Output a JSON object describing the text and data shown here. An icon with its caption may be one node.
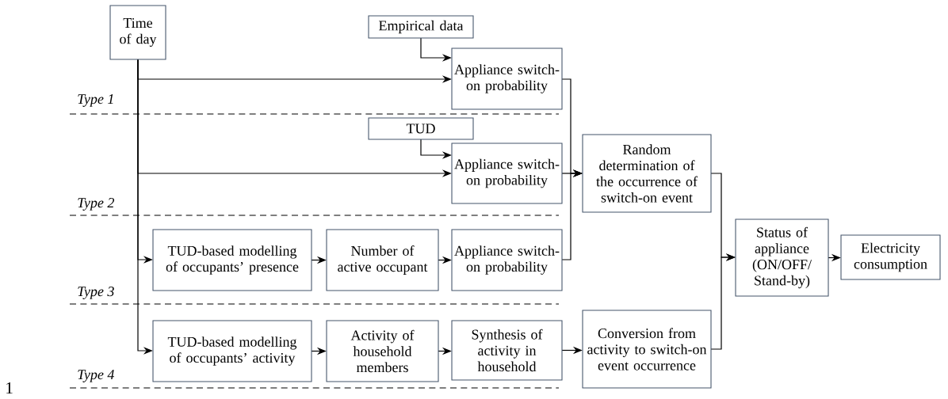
{
  "diagram": {
    "nodes": [
      {
        "text": [
          "Time of day"
        ]
      },
      {
        "text": [
          "Empirical data"
        ]
      },
      {
        "text": [
          "Appliance switch-on probability"
        ]
      },
      {
        "text": [
          "TUD"
        ]
      },
      {
        "text": [
          "Appliance switch-on probability"
        ]
      },
      {
        "text": [
          "Random determination of the occurrence of switch-on event"
        ]
      },
      {
        "text": [
          "TUD-based modelling of occupants’ presence"
        ]
      },
      {
        "text": [
          "Number of active occupant"
        ]
      },
      {
        "text": [
          "Appliance switch-on probability"
        ]
      },
      {
        "text": [
          "Status of appliance (ON/OFF/ Stand-by)"
        ]
      },
      {
        "text": [
          "Electricity consumption"
        ]
      },
      {
        "text": [
          "TUD-based modelling of occupants’ activity"
        ]
      },
      {
        "text": [
          "Activity of household members"
        ]
      },
      {
        "text": [
          "Synthesis of activity in household"
        ]
      },
      {
        "text": [
          "Conversion from activity to switch-on event occurrence"
        ]
      }
    ],
    "edges": [
      {
        "from": 0,
        "to": 2,
        "arrow": "to"
      },
      {
        "from": 0,
        "to": 4,
        "arrow": "to"
      },
      {
        "from": 0,
        "to": 6,
        "arrow": "to"
      },
      {
        "from": 0,
        "to": 11,
        "arrow": "to"
      },
      {
        "from": 1,
        "to": 2,
        "arrow": "to"
      },
      {
        "from": 3,
        "to": 4,
        "arrow": "to"
      },
      {
        "from": 2,
        "to": 5,
        "arrow": "to"
      },
      {
        "from": 4,
        "to": 5,
        "arrow": "to"
      },
      {
        "from": 8,
        "to": 5,
        "arrow": "to"
      },
      {
        "from": 6,
        "to": 7,
        "arrow": "to"
      },
      {
        "from": 7,
        "to": 8,
        "arrow": "to"
      },
      {
        "from": 11,
        "to": 12,
        "arrow": "to"
      },
      {
        "from": 12,
        "to": 13,
        "arrow": "to"
      },
      {
        "from": 13,
        "to": 14,
        "arrow": "to"
      },
      {
        "from": 5,
        "to": 9,
        "arrow": "to"
      },
      {
        "from": 14,
        "to": 9,
        "arrow": "to"
      },
      {
        "from": 9,
        "to": 10,
        "arrow": "to"
      }
    ],
    "labels": [
      "Type 1",
      "Type 2",
      "Type 3",
      "Type 4",
      "1"
    ]
  }
}
